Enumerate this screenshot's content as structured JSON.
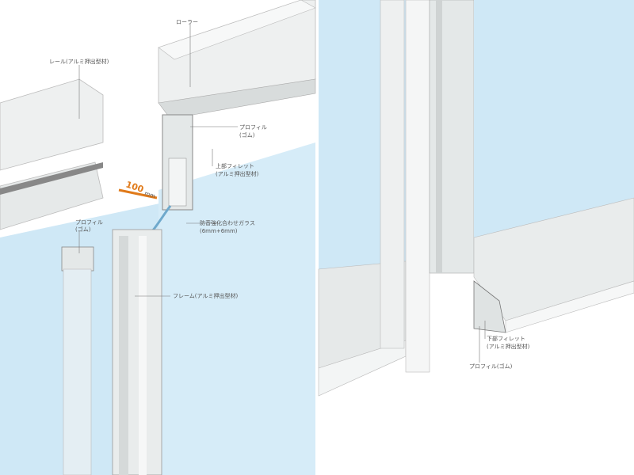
{
  "labels": {
    "roller": "ローラー",
    "rail": "レール(アルミ押出型材)",
    "profile_top": "プロフィル",
    "profile_top_sub": "(ゴム)",
    "upper_fillet": "上部フィレット",
    "upper_fillet_sub": "(アルミ押出型材)",
    "glass": "防音強化合わせガラス",
    "glass_sub": "(6mm+6mm)",
    "profile_left": "プロフィル",
    "profile_left_sub": "(ゴム)",
    "frame": "フレーム(アルミ押出型材)",
    "lower_fillet": "下部フィレット",
    "lower_fillet_sub": "(アルミ押出型材)",
    "profile_bottom": "プロフィル(ゴム)",
    "dimension": "100",
    "dimension_unit": "mm"
  },
  "colors": {
    "glass": "#cfe8f6",
    "aluminum": "#eef0f0",
    "accent": "#e07a1a"
  }
}
